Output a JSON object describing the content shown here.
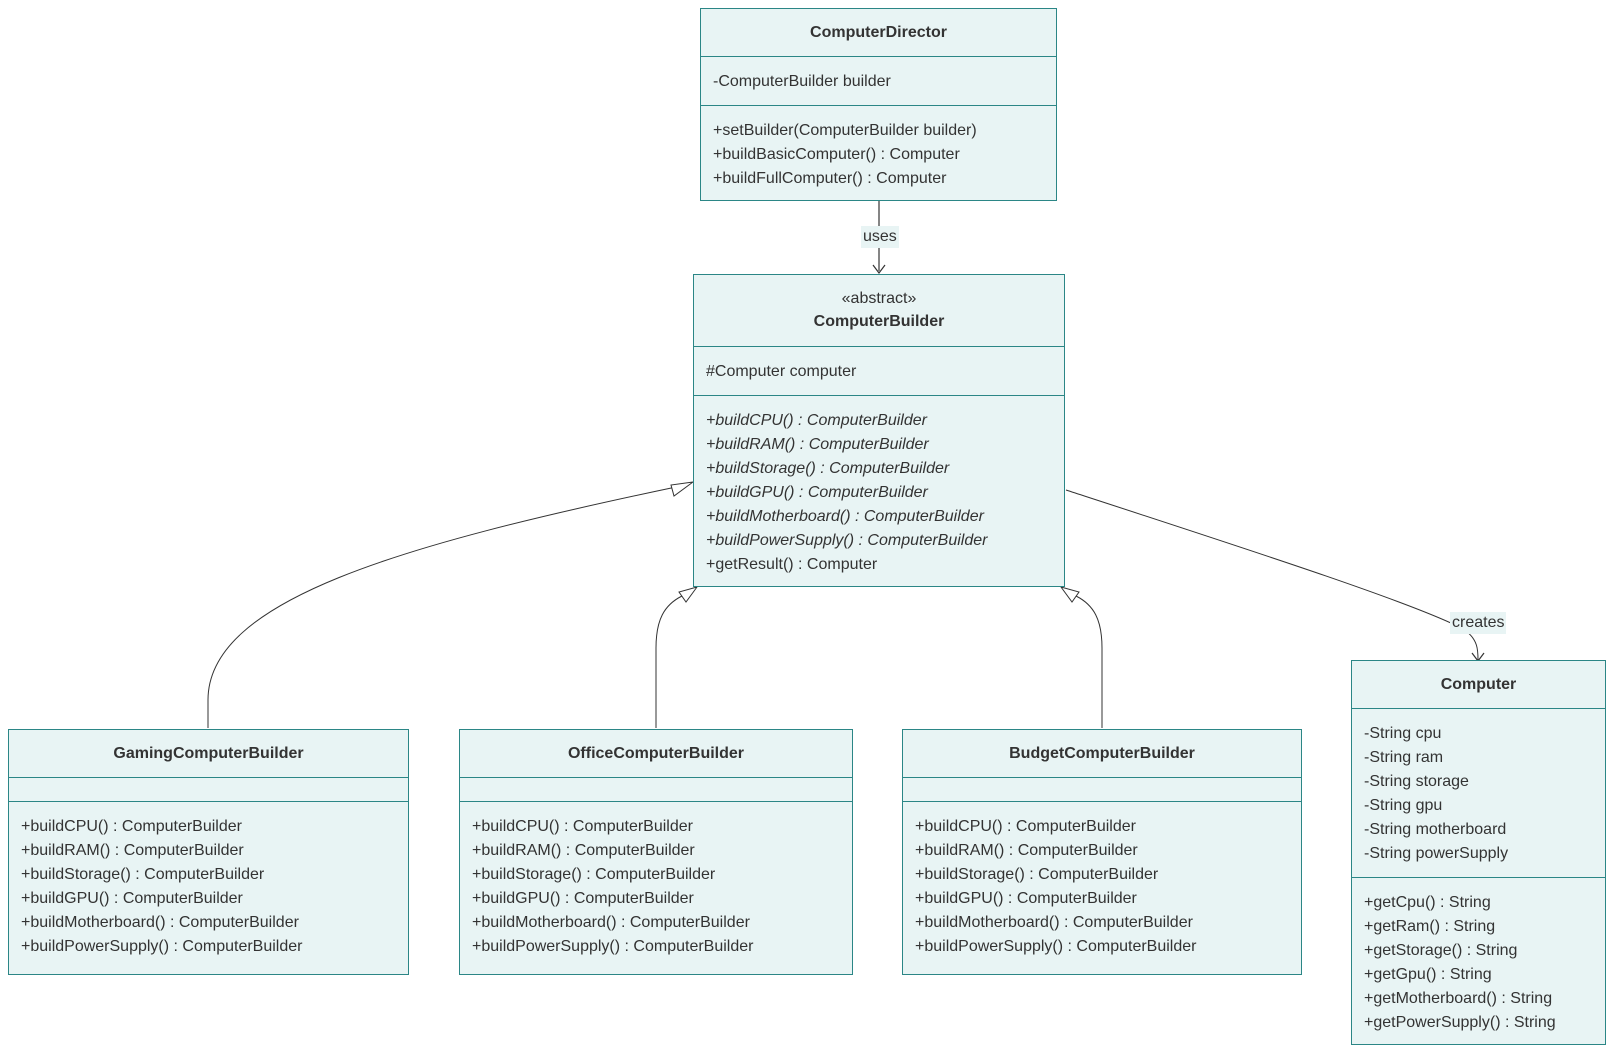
{
  "classes": {
    "director": {
      "name": "ComputerDirector",
      "attributes": [
        "-ComputerBuilder builder"
      ],
      "methods": [
        "+setBuilder(ComputerBuilder builder)",
        "+buildBasicComputer() : Computer",
        "+buildFullComputer() : Computer"
      ]
    },
    "builder": {
      "stereotype": "«abstract»",
      "name": "ComputerBuilder",
      "attributes": [
        "#Computer computer"
      ],
      "abstract_methods": [
        "+buildCPU() : ComputerBuilder",
        "+buildRAM() : ComputerBuilder",
        "+buildStorage() : ComputerBuilder",
        "+buildGPU() : ComputerBuilder",
        "+buildMotherboard() : ComputerBuilder",
        "+buildPowerSupply() : ComputerBuilder"
      ],
      "methods": [
        "+getResult() : Computer"
      ]
    },
    "gaming": {
      "name": "GamingComputerBuilder",
      "methods": [
        "+buildCPU() : ComputerBuilder",
        "+buildRAM() : ComputerBuilder",
        "+buildStorage() : ComputerBuilder",
        "+buildGPU() : ComputerBuilder",
        "+buildMotherboard() : ComputerBuilder",
        "+buildPowerSupply() : ComputerBuilder"
      ]
    },
    "office": {
      "name": "OfficeComputerBuilder",
      "methods": [
        "+buildCPU() : ComputerBuilder",
        "+buildRAM() : ComputerBuilder",
        "+buildStorage() : ComputerBuilder",
        "+buildGPU() : ComputerBuilder",
        "+buildMotherboard() : ComputerBuilder",
        "+buildPowerSupply() : ComputerBuilder"
      ]
    },
    "budget": {
      "name": "BudgetComputerBuilder",
      "methods": [
        "+buildCPU() : ComputerBuilder",
        "+buildRAM() : ComputerBuilder",
        "+buildStorage() : ComputerBuilder",
        "+buildGPU() : ComputerBuilder",
        "+buildMotherboard() : ComputerBuilder",
        "+buildPowerSupply() : ComputerBuilder"
      ]
    },
    "computer": {
      "name": "Computer",
      "attributes": [
        "-String cpu",
        "-String ram",
        "-String storage",
        "-String gpu",
        "-String motherboard",
        "-String powerSupply"
      ],
      "methods": [
        "+getCpu() : String",
        "+getRam() : String",
        "+getStorage() : String",
        "+getGpu() : String",
        "+getMotherboard() : String",
        "+getPowerSupply() : String"
      ]
    }
  },
  "edges": {
    "uses_label": "uses",
    "creates_label": "creates"
  },
  "colors": {
    "node_fill": "#e8f4f4",
    "node_border": "#2b8686",
    "edge_stroke": "#333333",
    "text": "#333333"
  }
}
